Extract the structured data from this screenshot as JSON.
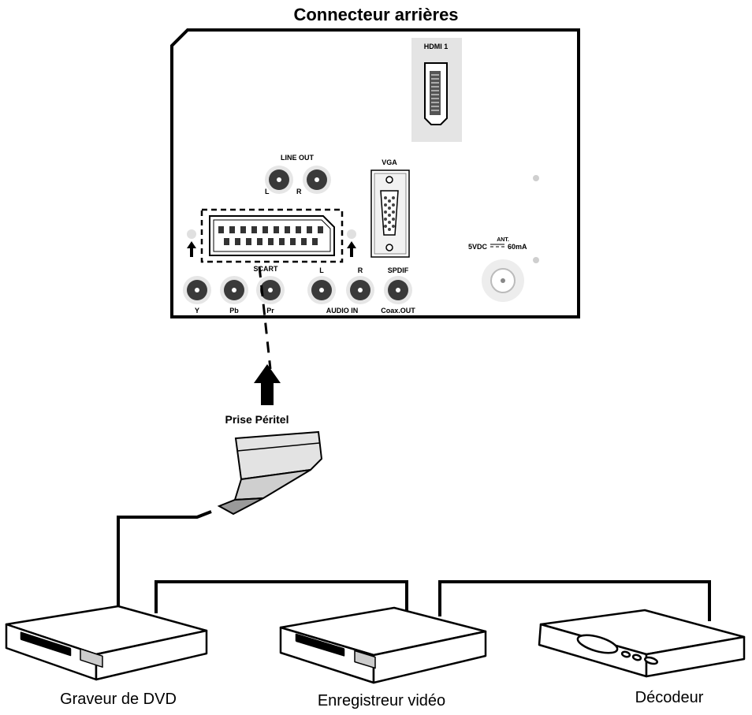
{
  "title": "Connecteur arrières",
  "panel": {
    "hdmi_label": "HDMI 1",
    "line_out": {
      "label": "LINE OUT",
      "left": "L",
      "right": "R"
    },
    "vga_label": "VGA",
    "scart_label": "SCART",
    "component": {
      "y": "Y",
      "pb": "Pb",
      "pr": "Pr"
    },
    "audio_in": {
      "left": "L",
      "right": "R",
      "label": "AUDIO IN"
    },
    "spdif": {
      "label": "SPDIF",
      "sub": "Coax.OUT"
    },
    "antenna": {
      "ant": "ANT.",
      "left": "5VDC",
      "right": "60mA"
    }
  },
  "plug_label": "Prise Péritel",
  "devices": [
    {
      "id": "dvd",
      "label": "Graveur de DVD",
      "icon": "dvd-recorder-icon"
    },
    {
      "id": "vcr",
      "label": "Enregistreur vidéo",
      "icon": "vcr-icon"
    },
    {
      "id": "decoder",
      "label": "Décodeur",
      "icon": "decoder-icon"
    }
  ],
  "colors": {
    "line": "#000000",
    "panel_fill": "#ffffff",
    "hdmi_bg": "#e4e4e4",
    "jack": "#3a3a3a",
    "plug": "#d9d9d9"
  }
}
